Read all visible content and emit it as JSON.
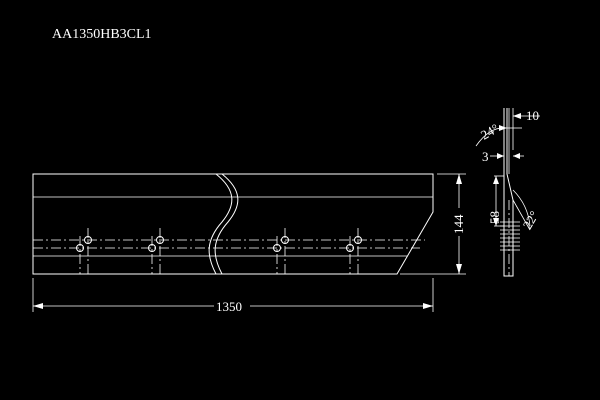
{
  "drawing": {
    "part_number": "AA1350HB3CL1",
    "dimensions": {
      "length": "1350",
      "height": "144",
      "thickness": "10",
      "edge": "3",
      "bevel_height": "58",
      "angle_top": "24°",
      "angle_bevel": "22°"
    },
    "colors": {
      "background": "#000000",
      "lines": "#ffffff"
    }
  }
}
